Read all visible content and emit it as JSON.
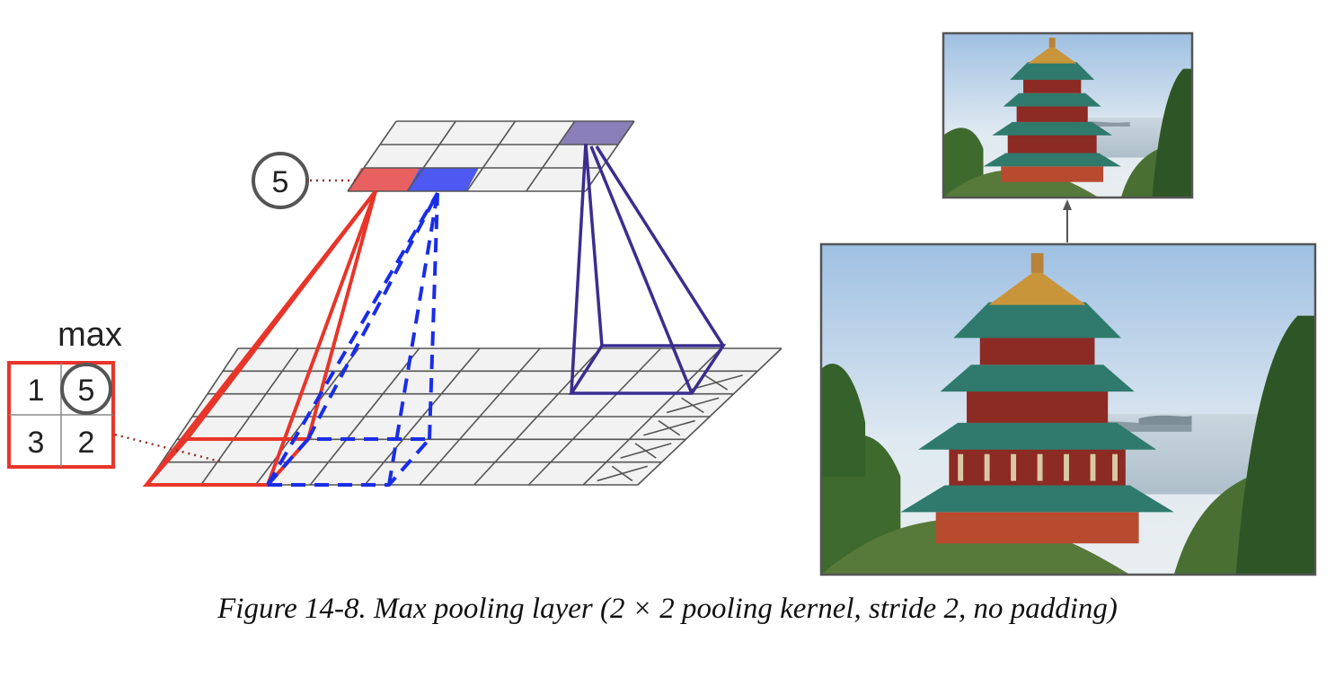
{
  "max_label": "max",
  "pool_values": [
    "1",
    "5",
    "3",
    "2"
  ],
  "output_value": "5",
  "caption": "Figure 14-8. Max pooling layer (2 × 2 pooling kernel, stride 2, no padding)",
  "colors": {
    "red_window": "#e8352a",
    "red_cell": "#e96060",
    "blue_window": "#1a2de8",
    "blue_cell": "#4d59f0",
    "purple_window": "#3b2d8f",
    "purple_cell": "#8a7fb8",
    "grid_fill": "#f2f2f2",
    "grid_line": "#555555"
  },
  "input_grid": {
    "rows": 6,
    "cols": 9,
    "dropped_column_marks": 5
  },
  "output_grid": {
    "rows": 3,
    "cols": 4
  }
}
